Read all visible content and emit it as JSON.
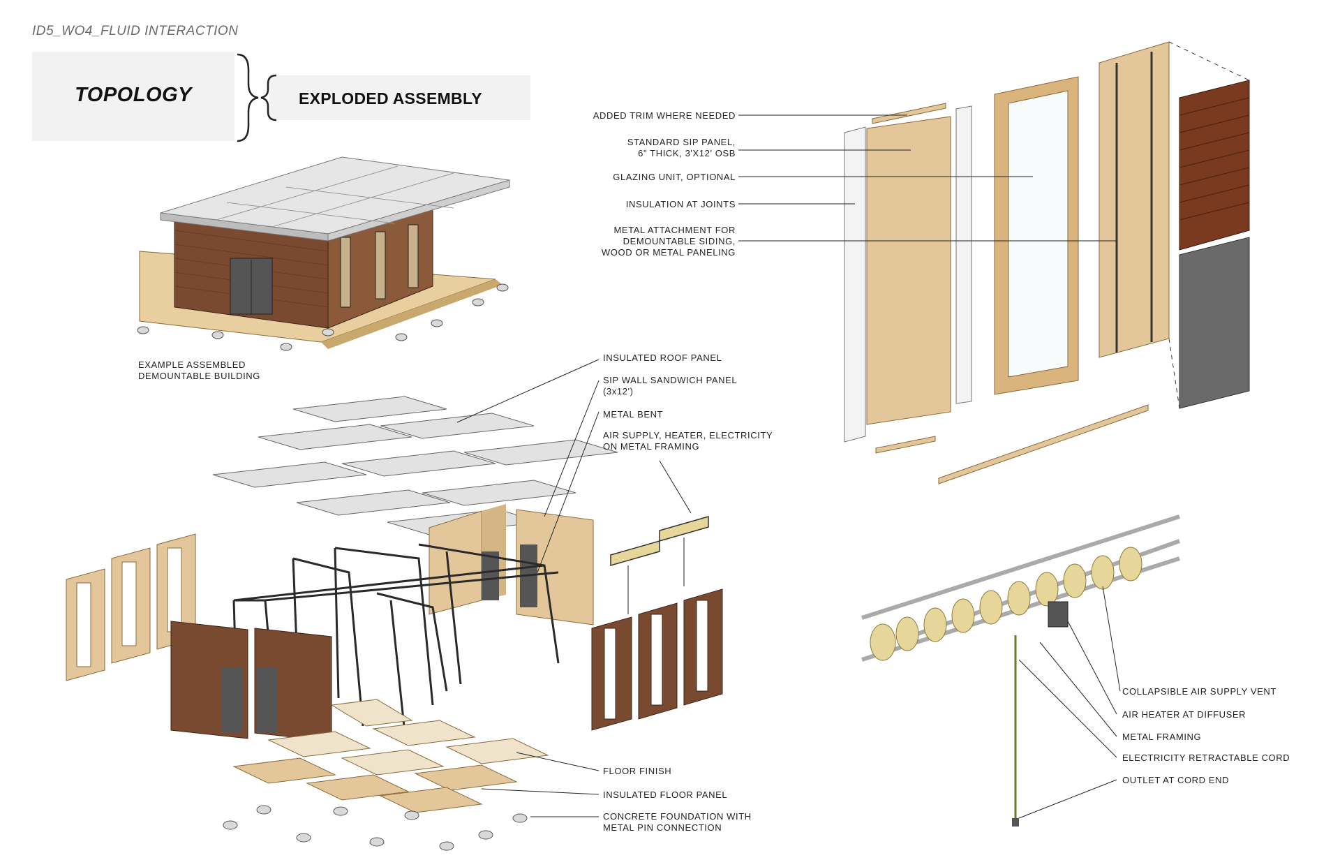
{
  "header": {
    "tag": "ID5_WO4_FLUID INTERACTION",
    "topology": "TOPOLOGY",
    "exploded": "EXPLODED ASSEMBLY"
  },
  "assembled": {
    "caption_line1": "EXAMPLE ASSEMBLED",
    "caption_line2": "DEMOUNTABLE BUILDING"
  },
  "exploded_labels": {
    "roof_panel": "INSULATED ROOF PANEL",
    "sip_wall_line1": "SIP WALL SANDWICH PANEL",
    "sip_wall_line2": "(3x12')",
    "metal_bent": "METAL BENT",
    "air_supply_line1": "AIR SUPPLY, HEATER, ELECTRICITY",
    "air_supply_line2": "ON METAL FRAMING",
    "floor_finish": "FLOOR FINISH",
    "insulated_floor": "INSULATED FLOOR PANEL",
    "foundation_line1": "CONCRETE FOUNDATION WITH",
    "foundation_line2": "METAL PIN CONNECTION"
  },
  "wall_labels": {
    "trim": "ADDED TRIM WHERE NEEDED",
    "sip_line1": "STANDARD SIP PANEL,",
    "sip_line2": "6\" THICK, 3'X12' OSB",
    "glazing": "GLAZING UNIT, OPTIONAL",
    "insulation": "INSULATION AT JOINTS",
    "metal_line1": "METAL ATTACHMENT FOR",
    "metal_line2": "DEMOUNTABLE SIDING,",
    "metal_line3": "WOOD OR METAL PANELING"
  },
  "service_labels": {
    "vent": "COLLAPSIBLE AIR SUPPLY VENT",
    "heater": "AIR HEATER AT DIFFUSER",
    "framing": "METAL FRAMING",
    "cord": "ELECTRICITY RETRACTABLE CORD",
    "outlet": "OUTLET AT CORD END"
  },
  "colors": {
    "osb": "#e3c79a",
    "timber": "#7a4a30",
    "roof": "#e4e4e4",
    "metal": "#2a2a2a",
    "vent": "#e6d69a"
  }
}
